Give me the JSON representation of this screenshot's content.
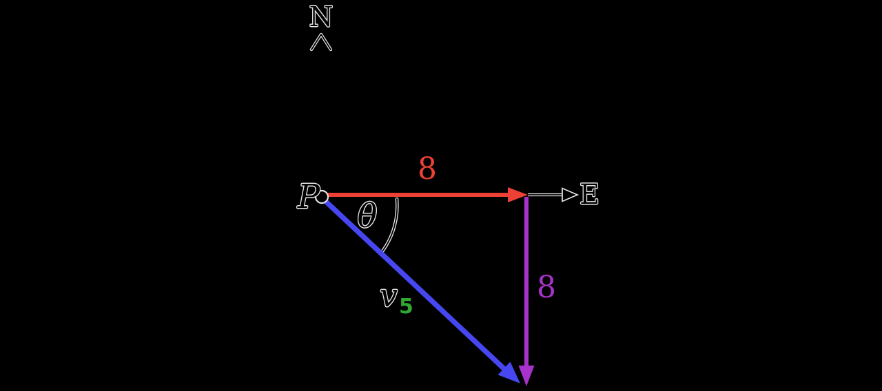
{
  "diagram": {
    "description": "Vector diagram: point P with an 8-unit east component, an 8-unit south component, resultant vector v5 at angle theta below east axis",
    "compass": {
      "north_label": "N",
      "east_label": "E"
    },
    "point_label": "P",
    "angle_label": "θ",
    "vector_label": {
      "base": "v",
      "subscript": "5"
    },
    "east_component_value": "8",
    "south_component_value": "8"
  },
  "colors": {
    "background": "#000000",
    "glyph": "#000000",
    "halo": "#e6e6e6",
    "east_vector": "#ee4136",
    "south_vector": "#a832cc",
    "resultant_vector": "#4747f2",
    "subscript_green": "#31a832"
  }
}
